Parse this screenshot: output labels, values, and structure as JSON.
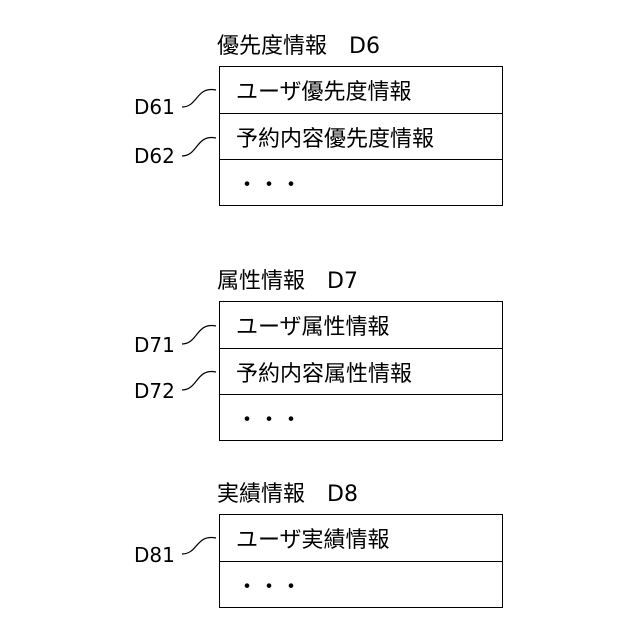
{
  "groups": [
    {
      "title": "優先度情報",
      "code": "D6",
      "rows": [
        "ユーザ優先度情報",
        "予約内容優先度情報",
        "・・・"
      ],
      "refs": [
        "D61",
        "D62"
      ]
    },
    {
      "title": "属性情報",
      "code": "D7",
      "rows": [
        "ユーザ属性情報",
        "予約内容属性情報",
        "・・・"
      ],
      "refs": [
        "D71",
        "D72"
      ]
    },
    {
      "title": "実績情報",
      "code": "D8",
      "rows": [
        "ユーザ実績情報",
        "・・・"
      ],
      "refs": [
        "D81"
      ]
    }
  ]
}
